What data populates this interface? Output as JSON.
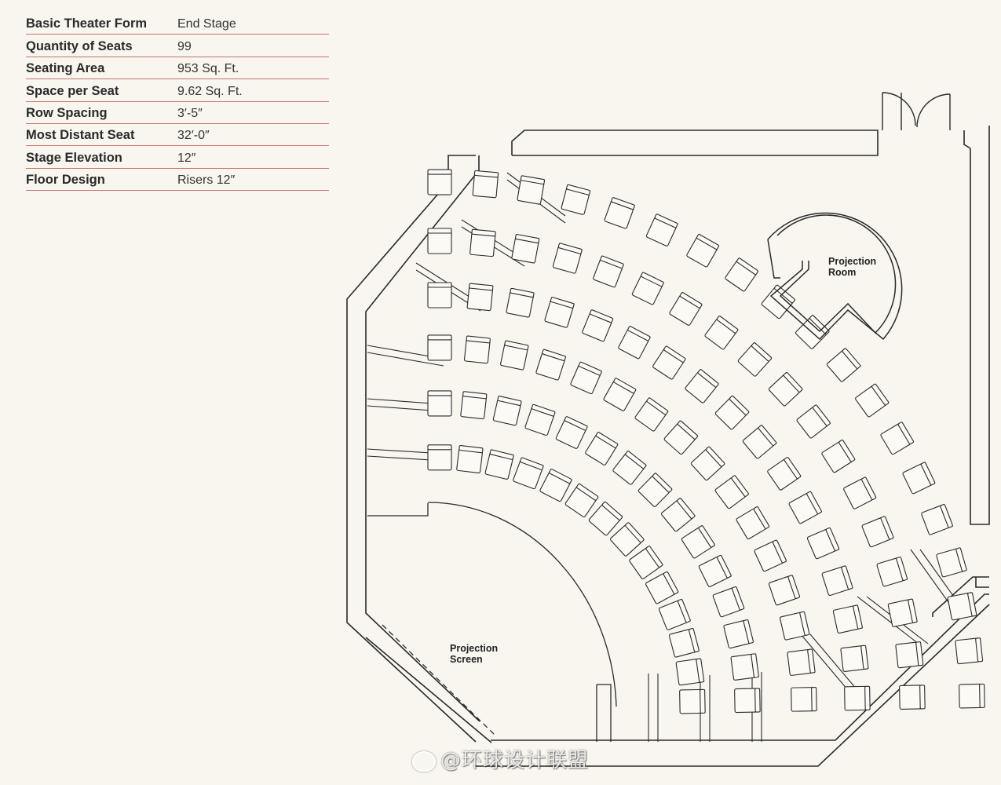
{
  "specs": [
    {
      "label": "Basic Theater Form",
      "value": "End Stage"
    },
    {
      "label": "Quantity of Seats",
      "value": "99"
    },
    {
      "label": "Seating Area",
      "value": "953 Sq. Ft."
    },
    {
      "label": "Space per Seat",
      "value": "9.62 Sq. Ft."
    },
    {
      "label": "Row Spacing",
      "value": "3′-5″"
    },
    {
      "label": "Most Distant Seat",
      "value": "32′-0″"
    },
    {
      "label": "Stage Elevation",
      "value": "12″"
    },
    {
      "label": "Floor Design",
      "value": "Risers 12″"
    }
  ],
  "plan": {
    "projection_room_line1": "Projection",
    "projection_room_line2": "Room",
    "projection_screen_line1": "Projection",
    "projection_screen_line2": "Screen",
    "seat_rows": [
      14,
      15,
      16,
      17,
      18,
      19
    ]
  },
  "watermark": "@环球设计联盟",
  "colors": {
    "rule": "#c8736d",
    "line": "#2a2a2a",
    "paper": "#f8f6ee"
  }
}
